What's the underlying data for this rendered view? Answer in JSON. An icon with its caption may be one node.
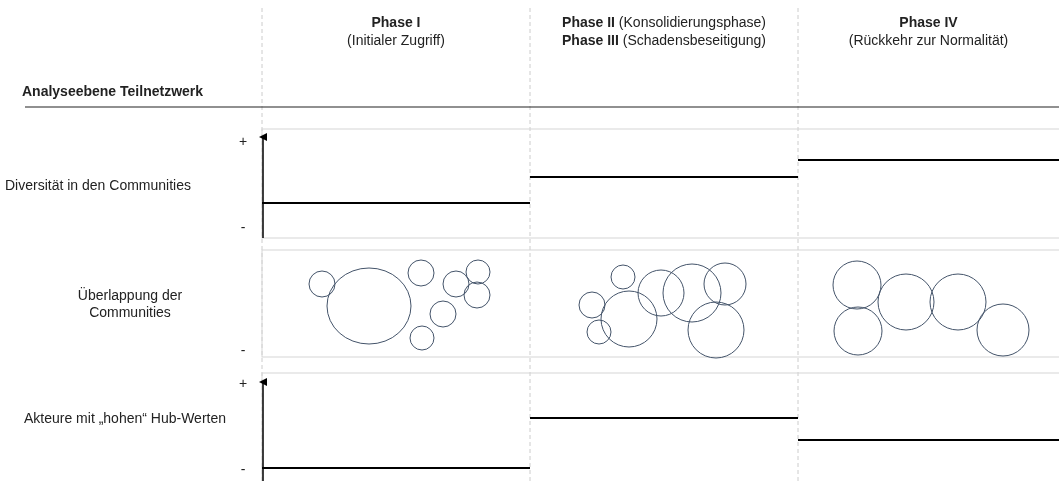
{
  "diagram": {
    "labels": [
      "Phase I",
      "(Initialer Zugriff)",
      "**Phase II** (Konsolidierungsphase)",
      "**Phase III** (Schadensbeseitigung)",
      "Phase IV",
      "(Rückkehr zur Normalität)",
      "Analyseebene Teilnetzwerk",
      "+",
      "Diversität in den Communities",
      "-",
      "Überlappung der Communities",
      "-",
      "+",
      "Akteure mit „hohen“ Hub-Werten",
      "-"
    ]
  }
}
